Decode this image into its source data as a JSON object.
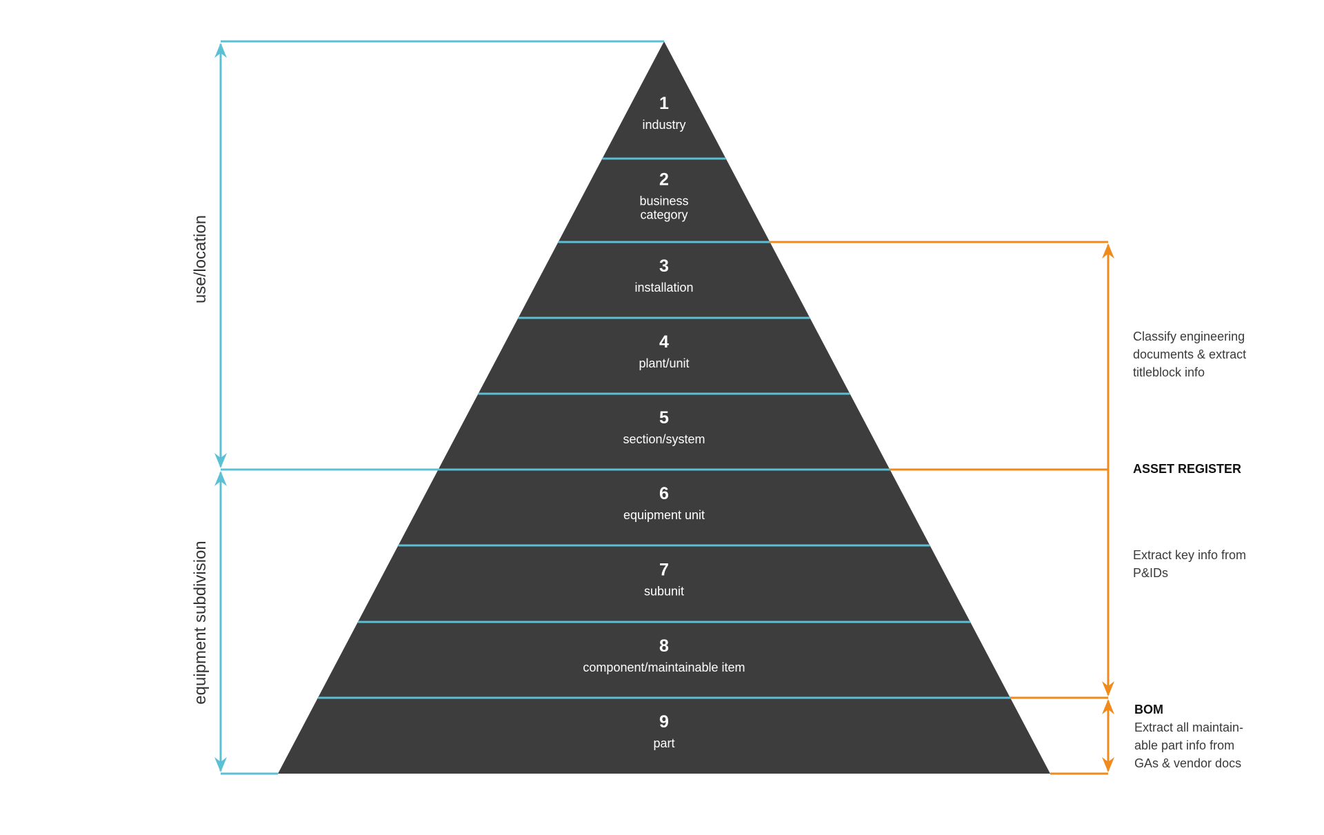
{
  "colors": {
    "pyramid": "#3d3d3d",
    "divider": "#5bc0d6",
    "bracket_left": "#5bc0d6",
    "bracket_right": "#ef8a1b",
    "text_light": "#ffffff",
    "text_dark": "#333333"
  },
  "levels": [
    {
      "number": "1",
      "label": [
        "industry"
      ]
    },
    {
      "number": "2",
      "label": [
        "business",
        "category"
      ]
    },
    {
      "number": "3",
      "label": [
        "installation"
      ]
    },
    {
      "number": "4",
      "label": [
        "plant/unit"
      ]
    },
    {
      "number": "5",
      "label": [
        "section/system"
      ]
    },
    {
      "number": "6",
      "label": [
        "equipment unit"
      ]
    },
    {
      "number": "7",
      "label": [
        "subunit"
      ]
    },
    {
      "number": "8",
      "label": [
        "component/maintainable item"
      ]
    },
    {
      "number": "9",
      "label": [
        "part"
      ]
    }
  ],
  "left_brackets": [
    {
      "label": "use/location",
      "covers_levels": [
        1,
        5
      ]
    },
    {
      "label": "equipment subdivision",
      "covers_levels": [
        6,
        9
      ]
    }
  ],
  "right_annotations": {
    "upper_note": [
      "Classify engineering",
      "documents & extract",
      "titleblock info"
    ],
    "asset_register": "ASSET REGISTER",
    "middle_note": [
      "Extract key info from",
      "P&IDs"
    ],
    "bom_title": "BOM",
    "bom_note": [
      "Extract all maintain-",
      "able part info from",
      "GAs & vendor docs"
    ]
  }
}
